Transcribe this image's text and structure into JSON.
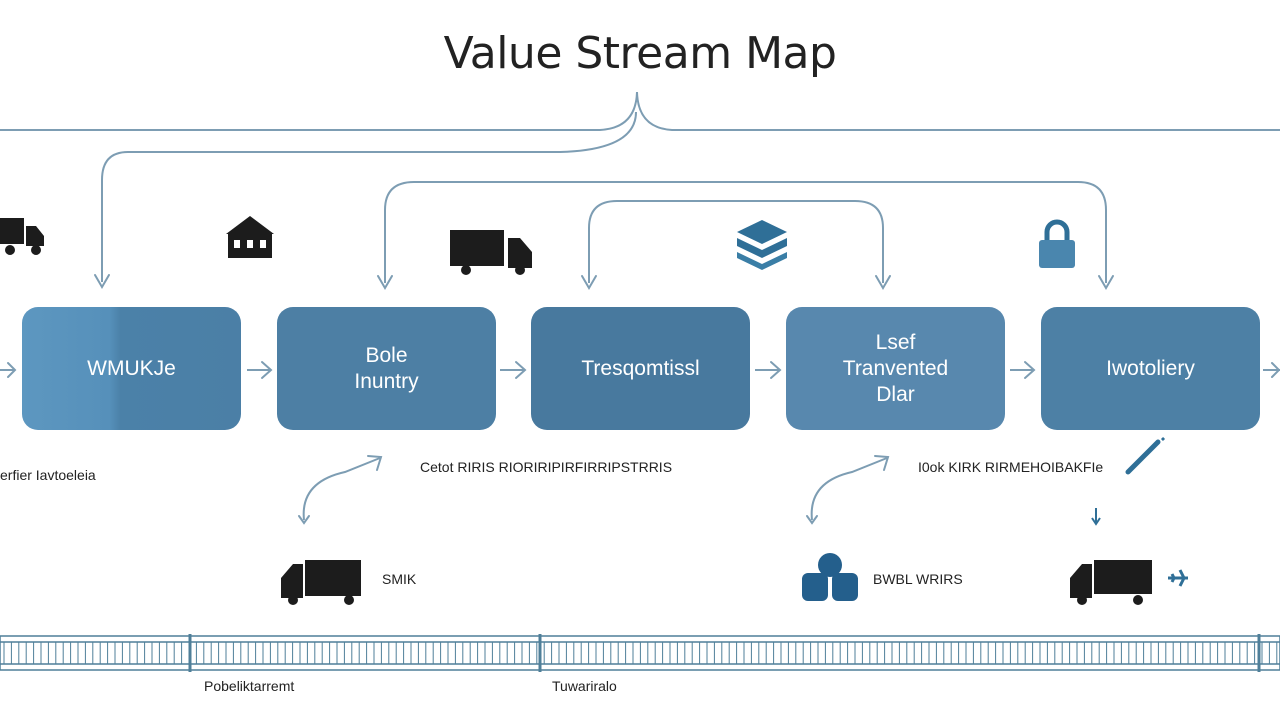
{
  "title": "Value Stream Map",
  "colors": {
    "process_fill": "#4d7fa4",
    "connector": "#7d9db3",
    "icon_dark": "#1c1c1c",
    "icon_blue": "#2f6f97",
    "timeline": "#4f7f99"
  },
  "processes": [
    {
      "label": "WMUKJe"
    },
    {
      "label": "Bole\nInuntry"
    },
    {
      "label": "Tresqomtissl"
    },
    {
      "label": "Lsef\nTranvented\nDlar"
    },
    {
      "label": "Iwotoliery"
    }
  ],
  "notes": {
    "left": "erfier Iavtoeleia",
    "middle": "Cetot RIRIS RIORIRIPIRFIRRIPSTRRIS",
    "right": "I0ok KIRK RIRMEHOIBAKFIe"
  },
  "bottom_labels": {
    "smk": "SMIK",
    "bwl": "BWBL WRIRS"
  },
  "timeline_labels": {
    "left": "Pobeliktarremt",
    "right": "Tuwariralo"
  },
  "icons": [
    "truck-icon",
    "factory-icon",
    "truck-icon",
    "stacked-boxes-icon",
    "lock-icon",
    "truck-icon",
    "people-icon",
    "truck-icon",
    "airplane-icon",
    "pencil-icon"
  ]
}
